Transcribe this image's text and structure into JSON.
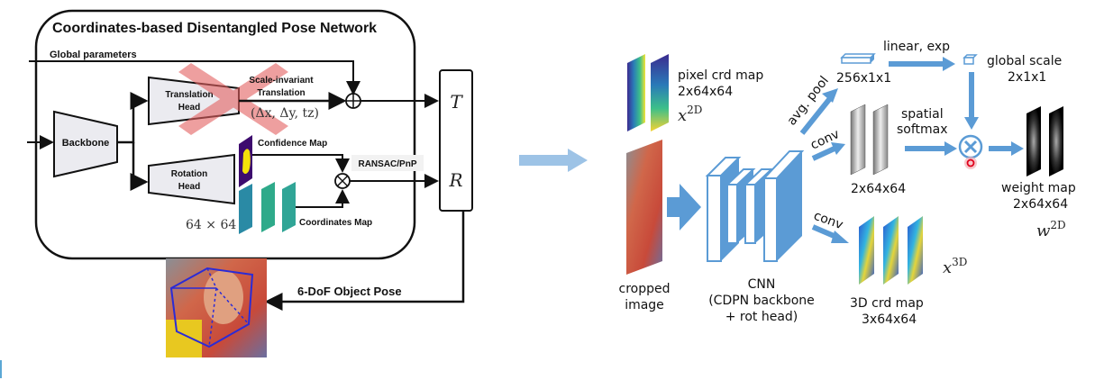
{
  "left_diagram": {
    "title": "Coordinates-based Disentangled Pose Network",
    "global_parameters": "Global parameters",
    "backbone": "Backbone",
    "translation_head": [
      "Translation",
      "Head"
    ],
    "scale_invariant": [
      "Scale-invariant",
      "Translation"
    ],
    "translation_formula": "(Δx, Δy, tz)",
    "rotation_head": [
      "Rotation",
      "Head"
    ],
    "confidence_map": "Confidence Map",
    "coordinates_map": "Coordinates Map",
    "map_size": "64 × 64",
    "ransac": "RANSAC/PnP",
    "T": "T",
    "R": "R",
    "pose_output": "6-DoF Object Pose",
    "colors": {
      "cross_out": "#e88a8a",
      "box_fill": "#ebebf0",
      "pose_box": "#2b2bd6"
    }
  },
  "right_diagram": {
    "pixel_crd_map": [
      "pixel crd map",
      "2x64x64"
    ],
    "x2d": "x",
    "x2d_sup": "2D",
    "cropped_image": [
      "cropped",
      "image"
    ],
    "cnn": [
      "CNN",
      "(CDPN backbone",
      "+ rot head)"
    ],
    "avg_pool": "avg. pool",
    "conv_top": "conv",
    "conv_bottom": "conv",
    "feat_256": "256x1x1",
    "linear_exp": "linear, exp",
    "global_scale": [
      "global scale",
      "2x1x1"
    ],
    "spatial_softmax": [
      "spatial",
      "softmax"
    ],
    "feat_2x64": "2x64x64",
    "weight_map": [
      "weight map",
      "2x64x64"
    ],
    "w2d": "w",
    "w2d_sup": "2D",
    "crd3d": [
      "3D crd map",
      "3x64x64"
    ],
    "x3d": "x",
    "x3d_sup": "3D",
    "colors": {
      "accent": "#5b9bd5",
      "light_arrow": "#9dc3e6",
      "cursor": "#e0001b"
    }
  }
}
